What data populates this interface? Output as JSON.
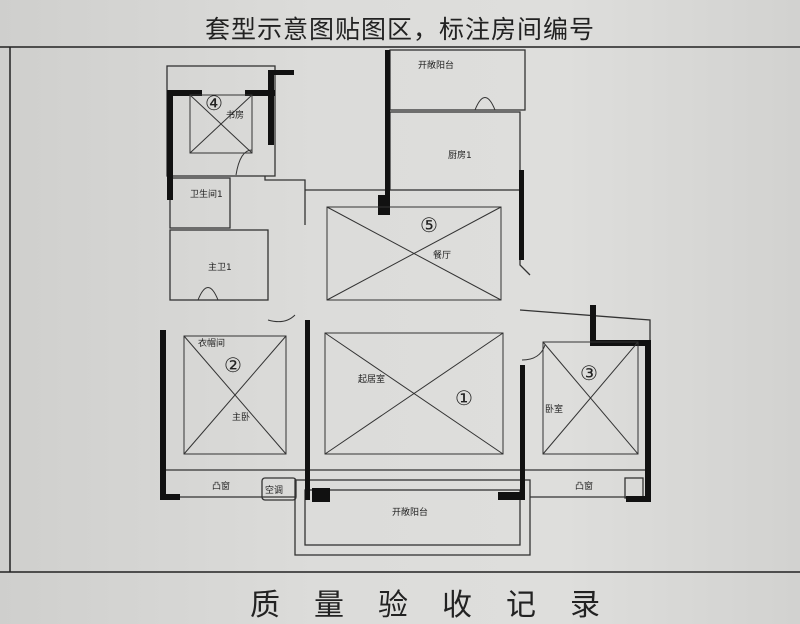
{
  "header": {
    "title": "套型示意图贴图区，标注房间编号"
  },
  "footer": {
    "text": "质量验收记录"
  },
  "rooms": [
    {
      "id": "living",
      "number": "①",
      "label": "起居室"
    },
    {
      "id": "master-bedroom",
      "number": "②",
      "label": "主卧"
    },
    {
      "id": "bedroom",
      "number": "③",
      "label": "卧室"
    },
    {
      "id": "study",
      "number": "④",
      "label": "书房"
    },
    {
      "id": "dining",
      "number": "⑤",
      "label": "餐厅"
    }
  ],
  "other_labels": {
    "balcony_top": "开敞阳台",
    "kitchen": "厨房1",
    "bathroom": "卫生间1",
    "master_bath": "主卫1",
    "cloakroom": "衣帽间",
    "bay_window_left": "凸窗",
    "bay_window_right": "凸窗",
    "balcony_bottom": "开敞阳台",
    "ac_unit": "空调"
  }
}
